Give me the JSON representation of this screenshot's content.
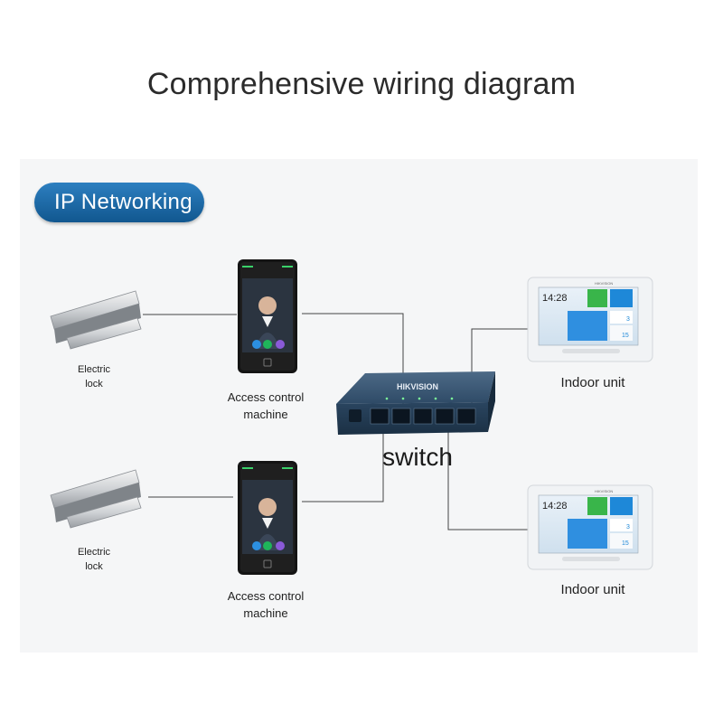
{
  "title": "Comprehensive wiring diagram",
  "badge": "IP Networking",
  "switch": {
    "label": "switch",
    "brand": "HIKVISION"
  },
  "top_row": {
    "lock_line1": "Electric",
    "lock_line2": "lock",
    "acm_line1": "Access control",
    "acm_line2": "machine"
  },
  "bottom_row": {
    "lock_line1": "Electric",
    "lock_line2": "lock",
    "acm_line1": "Access control",
    "acm_line2": "machine"
  },
  "indoor_top": {
    "label": "Indoor unit",
    "time": "14:28",
    "badge1": "3",
    "badge2": "15",
    "brand": "HIKVISION"
  },
  "indoor_bottom": {
    "label": "Indoor unit",
    "time": "14:28",
    "badge1": "3",
    "badge2": "15",
    "brand": "HIKVISION"
  },
  "icons": [
    "electric-lock",
    "access-control-terminal",
    "network-switch",
    "indoor-monitor"
  ],
  "colors": {
    "badge": "#1a6aa8",
    "switch_body": "#2c4661",
    "line": "#444444"
  }
}
